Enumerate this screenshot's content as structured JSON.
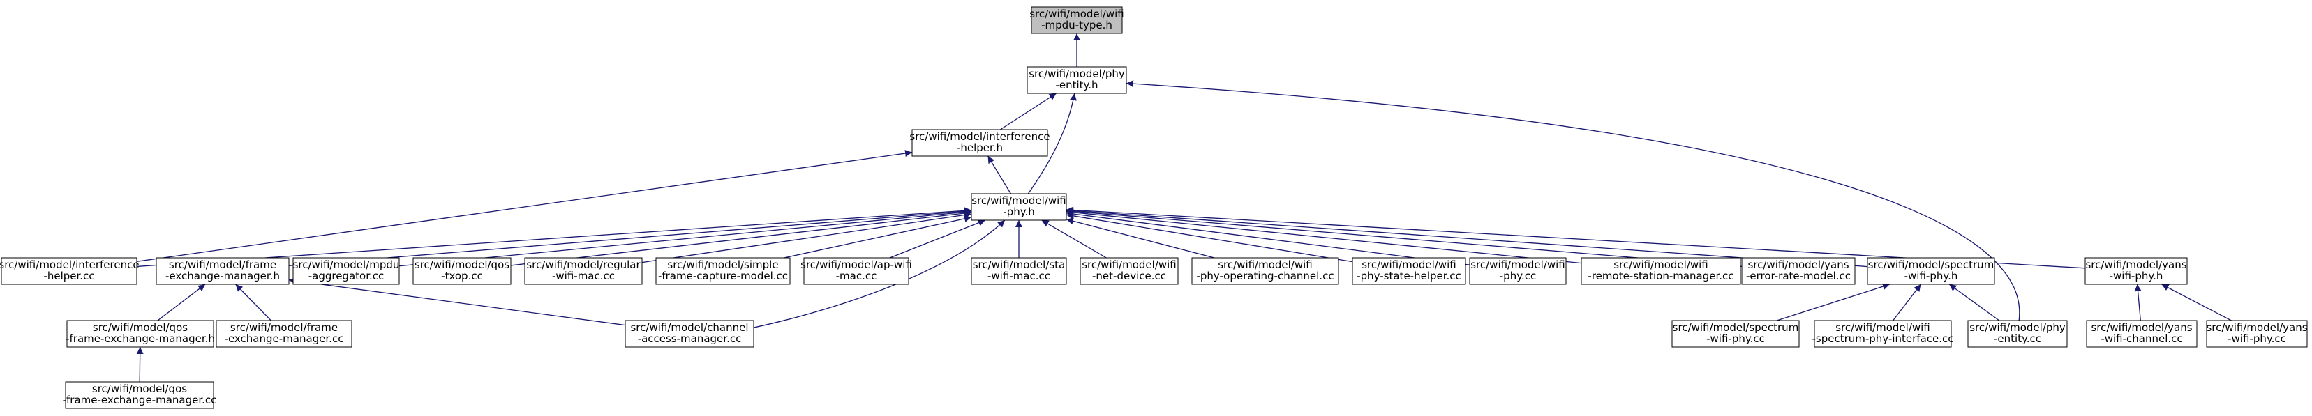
{
  "colors": {
    "root_fill": "#bfbfbf",
    "node_fill": "#ffffff",
    "border": "#000000",
    "edge": "#191970"
  },
  "nodes": {
    "mpdu_type_h": {
      "lines": [
        "src/wifi/model/wifi",
        "-mpdu-type.h"
      ],
      "root": true
    },
    "phy_entity_h": {
      "lines": [
        "src/wifi/model/phy",
        "-entity.h"
      ]
    },
    "interference_h": {
      "lines": [
        "src/wifi/model/interference",
        "-helper.h"
      ]
    },
    "wifi_phy_h": {
      "lines": [
        "src/wifi/model/wifi",
        "-phy.h"
      ]
    },
    "interference_cc": {
      "lines": [
        "src/wifi/model/interference",
        "-helper.cc"
      ]
    },
    "fem_h": {
      "lines": [
        "src/wifi/model/frame",
        "-exchange-manager.h"
      ]
    },
    "mpdu_agg_cc": {
      "lines": [
        "src/wifi/model/mpdu",
        "-aggregator.cc"
      ]
    },
    "qos_txop_cc": {
      "lines": [
        "src/wifi/model/qos",
        "-txop.cc"
      ]
    },
    "regular_mac_cc": {
      "lines": [
        "src/wifi/model/regular",
        "-wifi-mac.cc"
      ]
    },
    "simple_capture_cc": {
      "lines": [
        "src/wifi/model/simple",
        "-frame-capture-model.cc"
      ]
    },
    "ap_mac_cc": {
      "lines": [
        "src/wifi/model/ap-wifi",
        "-mac.cc"
      ]
    },
    "sta_mac_cc": {
      "lines": [
        "src/wifi/model/sta",
        "-wifi-mac.cc"
      ]
    },
    "net_device_cc": {
      "lines": [
        "src/wifi/model/wifi",
        "-net-device.cc"
      ]
    },
    "op_channel_cc": {
      "lines": [
        "src/wifi/model/wifi",
        "-phy-operating-channel.cc"
      ]
    },
    "phy_state_cc": {
      "lines": [
        "src/wifi/model/wifi",
        "-phy-state-helper.cc"
      ]
    },
    "wifi_phy_cc": {
      "lines": [
        "src/wifi/model/wifi",
        "-phy.cc"
      ]
    },
    "rsm_cc": {
      "lines": [
        "src/wifi/model/wifi",
        "-remote-station-manager.cc"
      ]
    },
    "yans_err_cc": {
      "lines": [
        "src/wifi/model/yans",
        "-error-rate-model.cc"
      ]
    },
    "spectrum_phy_h": {
      "lines": [
        "src/wifi/model/spectrum",
        "-wifi-phy.h"
      ]
    },
    "yans_phy_h": {
      "lines": [
        "src/wifi/model/yans",
        "-wifi-phy.h"
      ]
    },
    "qos_fem_h": {
      "lines": [
        "src/wifi/model/qos",
        "-frame-exchange-manager.h"
      ]
    },
    "fem_cc": {
      "lines": [
        "src/wifi/model/frame",
        "-exchange-manager.cc"
      ]
    },
    "cam_cc": {
      "lines": [
        "src/wifi/model/channel",
        "-access-manager.cc"
      ]
    },
    "spectrum_phy_cc": {
      "lines": [
        "src/wifi/model/spectrum",
        "-wifi-phy.cc"
      ]
    },
    "spi_cc": {
      "lines": [
        "src/wifi/model/wifi",
        "-spectrum-phy-interface.cc"
      ]
    },
    "phy_entity_cc": {
      "lines": [
        "src/wifi/model/phy",
        "-entity.cc"
      ]
    },
    "yans_channel_cc": {
      "lines": [
        "src/wifi/model/yans",
        "-wifi-channel.cc"
      ]
    },
    "yans_phy_cc": {
      "lines": [
        "src/wifi/model/yans",
        "-wifi-phy.cc"
      ]
    },
    "qos_fem_cc": {
      "lines": [
        "src/wifi/model/qos",
        "-frame-exchange-manager.cc"
      ]
    }
  },
  "edges": [
    [
      "phy_entity_h",
      "mpdu_type_h"
    ],
    [
      "interference_h",
      "phy_entity_h"
    ],
    [
      "wifi_phy_h",
      "phy_entity_h"
    ],
    [
      "phy_entity_cc",
      "phy_entity_h"
    ],
    [
      "wifi_phy_h",
      "interference_h"
    ],
    [
      "interference_cc",
      "interference_h"
    ],
    [
      "interference_cc",
      "wifi_phy_h"
    ],
    [
      "fem_h",
      "wifi_phy_h"
    ],
    [
      "mpdu_agg_cc",
      "wifi_phy_h"
    ],
    [
      "qos_txop_cc",
      "wifi_phy_h"
    ],
    [
      "regular_mac_cc",
      "wifi_phy_h"
    ],
    [
      "simple_capture_cc",
      "wifi_phy_h"
    ],
    [
      "ap_mac_cc",
      "wifi_phy_h"
    ],
    [
      "cam_cc",
      "wifi_phy_h"
    ],
    [
      "sta_mac_cc",
      "wifi_phy_h"
    ],
    [
      "net_device_cc",
      "wifi_phy_h"
    ],
    [
      "op_channel_cc",
      "wifi_phy_h"
    ],
    [
      "phy_state_cc",
      "wifi_phy_h"
    ],
    [
      "wifi_phy_cc",
      "wifi_phy_h"
    ],
    [
      "rsm_cc",
      "wifi_phy_h"
    ],
    [
      "yans_err_cc",
      "wifi_phy_h"
    ],
    [
      "spectrum_phy_h",
      "wifi_phy_h"
    ],
    [
      "yans_phy_h",
      "wifi_phy_h"
    ],
    [
      "qos_fem_h",
      "fem_h"
    ],
    [
      "fem_cc",
      "fem_h"
    ],
    [
      "cam_cc",
      "fem_h"
    ],
    [
      "qos_fem_cc",
      "qos_fem_h"
    ],
    [
      "spectrum_phy_cc",
      "spectrum_phy_h"
    ],
    [
      "spi_cc",
      "spectrum_phy_h"
    ],
    [
      "phy_entity_cc",
      "spectrum_phy_h"
    ],
    [
      "yans_channel_cc",
      "yans_phy_h"
    ],
    [
      "yans_phy_cc",
      "yans_phy_h"
    ]
  ]
}
